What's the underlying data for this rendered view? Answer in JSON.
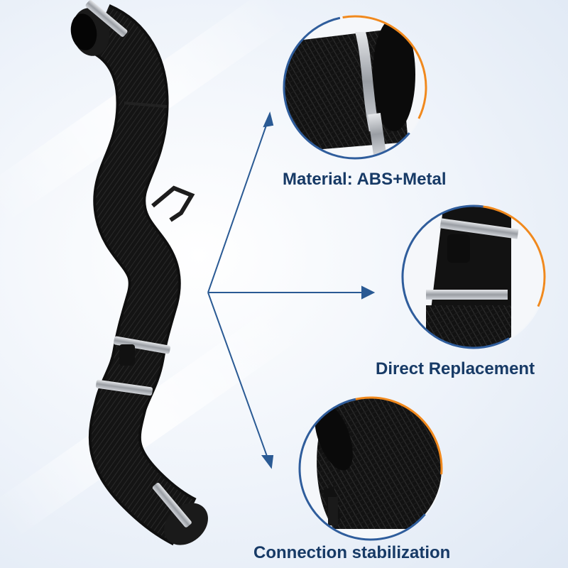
{
  "labels": {
    "material": "Material: ABS+Metal",
    "replacement": "Direct Replacement",
    "connection": "Connection stabilization"
  },
  "colors": {
    "arrow": "#2a5a94",
    "label_text": "#173a66",
    "ring_orange": "#f0891e",
    "ring_blue": "#2f5d9c",
    "hose": "#151515",
    "clamp": "#b9bcc1"
  }
}
